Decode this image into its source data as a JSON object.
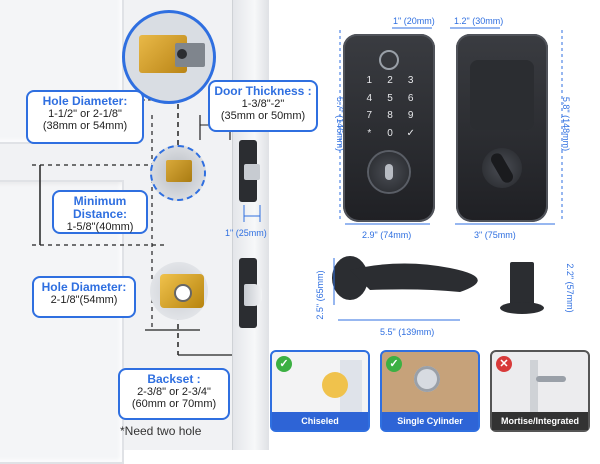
{
  "installation": {
    "hole_diameter_top": {
      "title": "Hole Diameter:",
      "line1": "1-1/2\" or 2-1/8\"",
      "line2": "(38mm or 54mm)"
    },
    "door_thickness": {
      "title": "Door Thickness :",
      "line1": "1-3/8\"-2\"",
      "line2": "(35mm or 50mm)"
    },
    "minimum_distance": {
      "title": "Minimum",
      "title2": "Distance:",
      "line1": "1-5/8\"(40mm)"
    },
    "hole_diameter_bottom": {
      "title": "Hole Diameter:",
      "line1": "2-1/8\"(54mm)"
    },
    "backset": {
      "title": "Backset :",
      "line1": "2-3/8\" or 2-3/4\"",
      "line2": "(60mm or 70mm)"
    },
    "latch_dimension": "1\" (25mm)",
    "note": "*Need two hole"
  },
  "deadbolt": {
    "front_depth": "1\" (20mm)",
    "back_depth": "1.2\" (30mm)",
    "front_height": "5.7\" (146mm)",
    "back_height": "5.8\" (148mm)",
    "front_width": "2.9\" (74mm)",
    "back_width": "3\" (75mm)",
    "keypad_keys": [
      "1",
      "2",
      "3",
      "4",
      "5",
      "6",
      "7",
      "8",
      "9",
      "*",
      "0",
      "✓"
    ]
  },
  "lever": {
    "height": "2.5\" (65mm)",
    "length": "5.5\" (139mm)",
    "rose_height": "2.2\" (57mm)"
  },
  "door_types": [
    {
      "label": "Chiseled",
      "status": "supported"
    },
    {
      "label": "Single Cylinder",
      "status": "supported"
    },
    {
      "label": "Mortise/Integrated",
      "status": "not-supported"
    }
  ],
  "colors": {
    "accent": "#2f6fe0",
    "check": "#3cb043",
    "cross": "#d83a3a",
    "hardware": "#2b2d31"
  }
}
